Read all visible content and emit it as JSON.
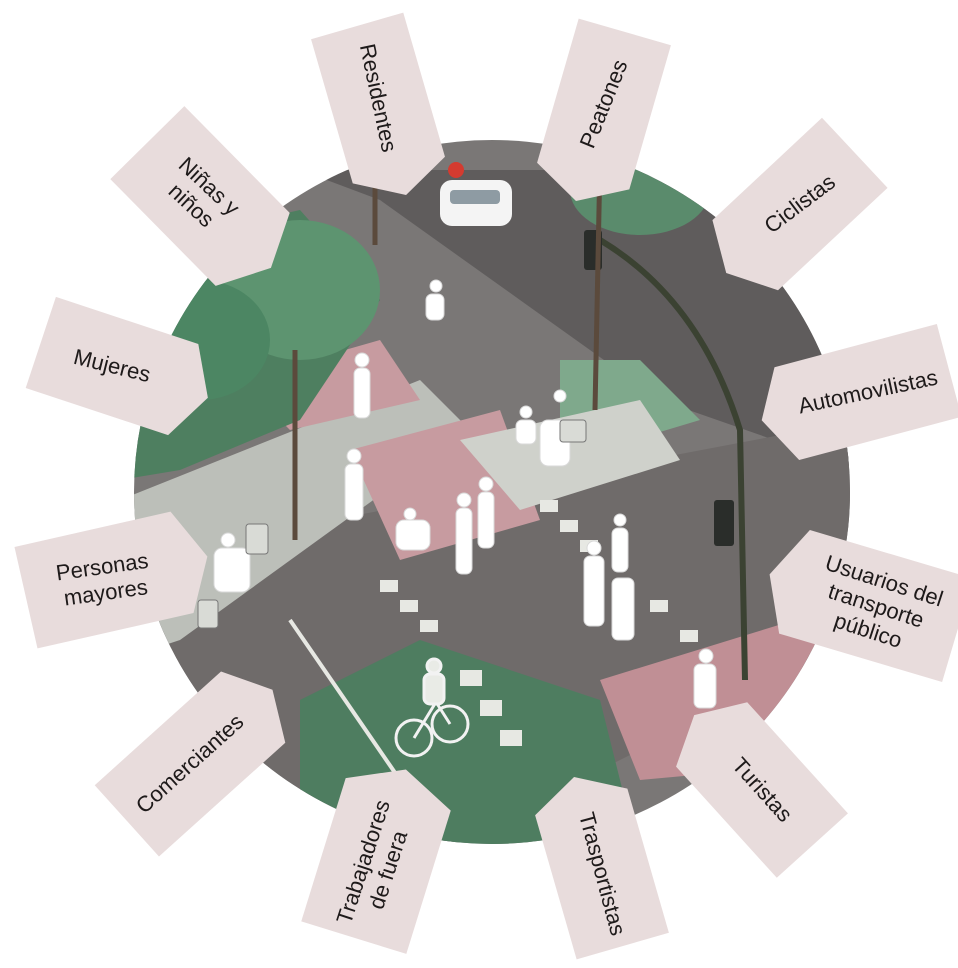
{
  "colors": {
    "tag_fill": "#e8dcdc",
    "street_asphalt": "#6e6a69",
    "green_space": "#4f7f62",
    "pedestrian_pink": "#c99a9f",
    "sidewalk": "#bfc3bd",
    "figure_fill": "#ffffff"
  },
  "stakeholders": [
    {
      "id": "residentes",
      "lines": [
        "Residentes"
      ]
    },
    {
      "id": "peatones",
      "lines": [
        "Peatones"
      ]
    },
    {
      "id": "ciclistas",
      "lines": [
        "Ciclistas"
      ]
    },
    {
      "id": "automovilistas",
      "lines": [
        "Automovilistas"
      ]
    },
    {
      "id": "usuarios",
      "lines": [
        "Usuarios del",
        "transporte",
        "público"
      ]
    },
    {
      "id": "turistas",
      "lines": [
        "Turistas"
      ]
    },
    {
      "id": "trasportistas",
      "lines": [
        "Trasportistas"
      ]
    },
    {
      "id": "trabajadores",
      "lines": [
        "Trabajadores",
        "de fuera"
      ]
    },
    {
      "id": "comerciantes",
      "lines": [
        "Comerciantes"
      ]
    },
    {
      "id": "personas-mayores",
      "lines": [
        "Personas",
        "mayores"
      ]
    },
    {
      "id": "mujeres",
      "lines": [
        "Mujeres"
      ]
    },
    {
      "id": "ninas-ninos",
      "lines": [
        "Niñas y",
        "niños"
      ]
    }
  ],
  "scene": {
    "icons": [
      "traffic-light-icon",
      "car-icon",
      "cyclist-icon",
      "pedestrian-icon",
      "bench-icon"
    ]
  }
}
